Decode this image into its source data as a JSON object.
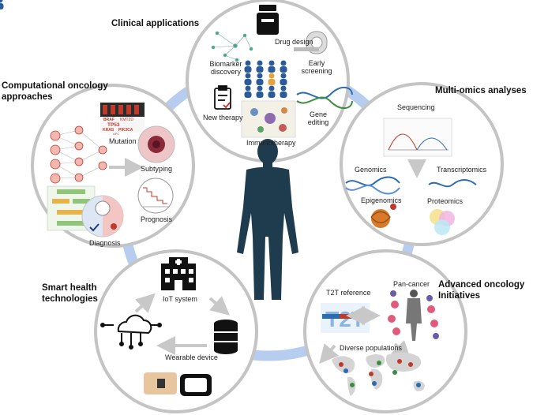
{
  "sections": {
    "clinical": {
      "heading": "Clinical applications",
      "items": {
        "drug_design": "Drug design",
        "biomarker_line1": "Biomarker",
        "biomarker_line2": "discovery",
        "early_line1": "Early",
        "early_line2": "screening",
        "new_therapy": "New therapy",
        "gene_line1": "Gene",
        "gene_line2": "editing",
        "immunotherapy": "Immunotherapy"
      }
    },
    "computational": {
      "heading_line1": "Computational oncology",
      "heading_line2": "approaches",
      "items": {
        "mutation": "Mutation",
        "subtyping": "Subtyping",
        "prognosis": "Prognosis",
        "diagnosis": "Diagnosis"
      },
      "gene_labels": [
        "BRAF",
        "KMT2D",
        "TP53",
        "KRAS",
        "PIK3CA",
        "APC"
      ]
    },
    "multiomics": {
      "heading": "Multi-omics analyses",
      "items": {
        "sequencing": "Sequencing",
        "genomics": "Genomics",
        "transcriptomics": "Transcriptomics",
        "epigenomics": "Epigenomics",
        "proteomics": "Proteomics"
      }
    },
    "smarthealth": {
      "heading_line1": "Smart health",
      "heading_line2": "technologies",
      "items": {
        "iot": "IoT system",
        "wearable": "Wearable device"
      }
    },
    "advanced": {
      "heading_line1": "Advanced oncology",
      "heading_line2": "Initiatives",
      "items": {
        "t2t": "T2T reference",
        "pancancer": "Pan-cancer",
        "diverse": "Diverse populations"
      },
      "t2t_logo_text": "T2T"
    }
  },
  "colors": {
    "ring": "#b7cdf0",
    "circle_border": "#c4c4c4",
    "figure": "#1f3c4f",
    "arrow": "#c8c8c8",
    "icon": "#111111",
    "accent_red": "#c0392b",
    "accent_blue": "#2b6cb0",
    "accent_green": "#3c8d40"
  },
  "icons": [
    "pill-bottle-icon",
    "mri-scanner-icon",
    "people-group-icon",
    "clipboard-icon",
    "dna-helix-icon",
    "hospital-icon",
    "database-icon",
    "cloud-network-icon",
    "smartwatch-icon",
    "human-figure-icon",
    "world-map-icon",
    "network-graph-icon"
  ]
}
